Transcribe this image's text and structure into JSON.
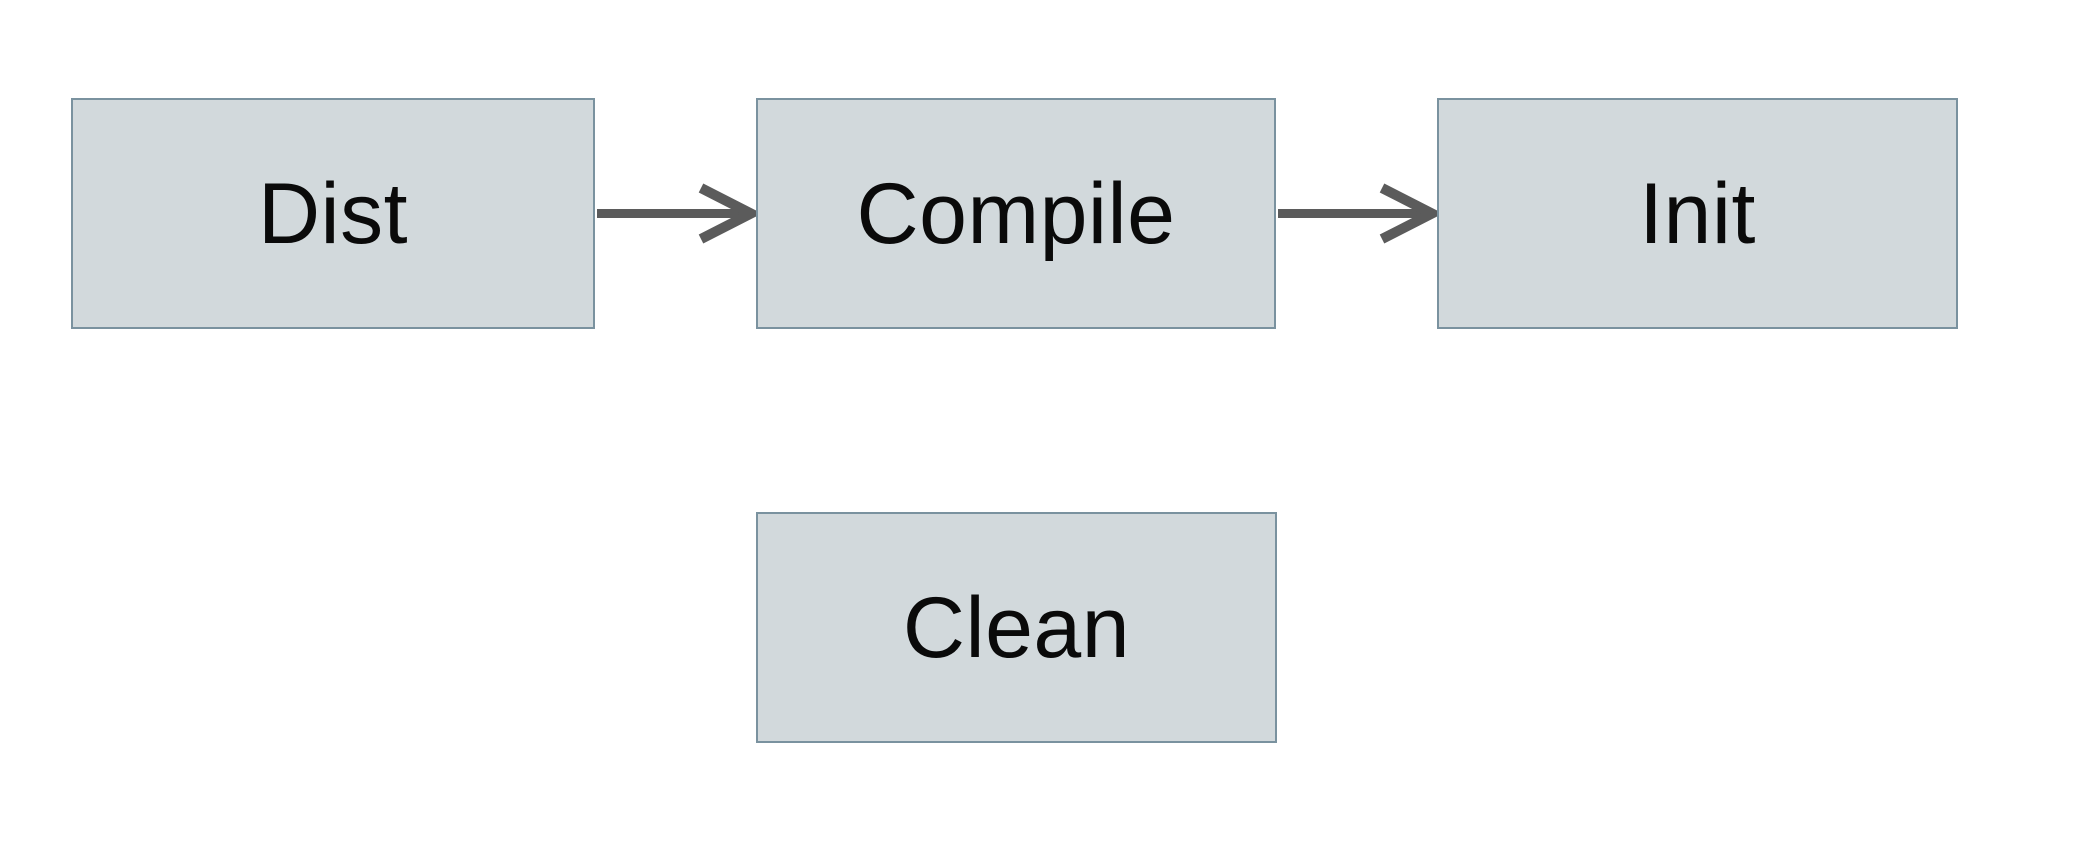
{
  "diagram": {
    "title": "build-targets-flow",
    "nodes": [
      {
        "id": "dist",
        "label": "Dist"
      },
      {
        "id": "compile",
        "label": "Compile"
      },
      {
        "id": "init",
        "label": "Init"
      },
      {
        "id": "clean",
        "label": "Clean"
      }
    ],
    "edges": [
      {
        "from": "dist",
        "to": "compile",
        "style": "arrow-right"
      },
      {
        "from": "compile",
        "to": "init",
        "style": "arrow-right"
      }
    ],
    "colors": {
      "node_fill": "#d2d9dc",
      "node_border": "#7a929f",
      "arrow": "#5b5b5b",
      "label_text": "#0a0a0a",
      "background": "#ffffff"
    }
  }
}
